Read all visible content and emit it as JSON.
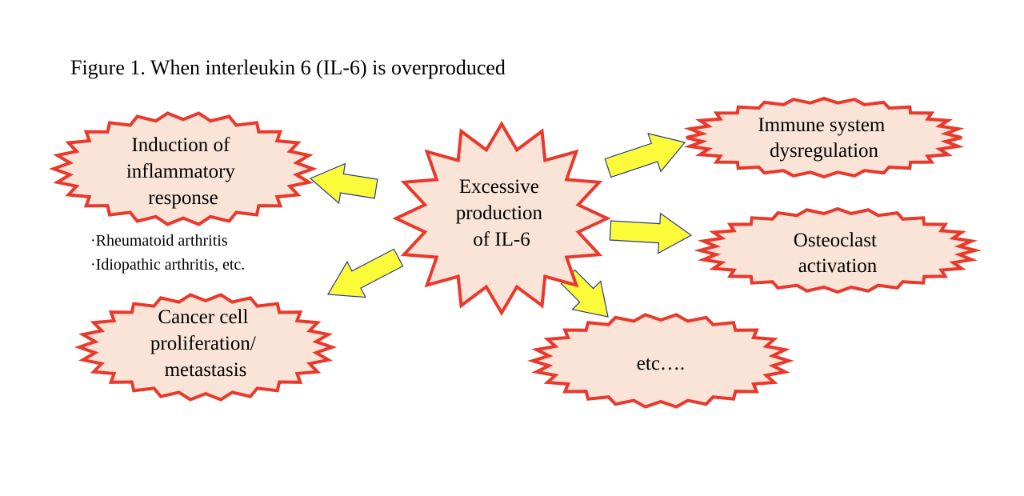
{
  "title": "Figure 1. When interleukin 6 (IL-6) is overproduced",
  "center": {
    "lines": [
      "Excessive",
      "production",
      "of IL-6"
    ]
  },
  "nodes": [
    {
      "id": "inflammatory",
      "lines": [
        "Induction of",
        "inflammatory",
        "response"
      ]
    },
    {
      "id": "cancer",
      "lines": [
        "Cancer cell",
        "proliferation/",
        "metastasis"
      ]
    },
    {
      "id": "immune",
      "lines": [
        "Immune system",
        "dysregulation"
      ]
    },
    {
      "id": "osteoclast",
      "lines": [
        "Osteoclast",
        "activation"
      ]
    },
    {
      "id": "etc",
      "lines": [
        "etc…."
      ]
    }
  ],
  "notes": [
    "·Rheumatoid arthritis",
    "·Idiopathic arthritis, etc."
  ],
  "colors": {
    "burst_stroke": "#e8392c",
    "burst_fill": "#fae3d7",
    "arrow_fill": "#fbfb3a",
    "arrow_stroke": "#2b3a8a"
  }
}
